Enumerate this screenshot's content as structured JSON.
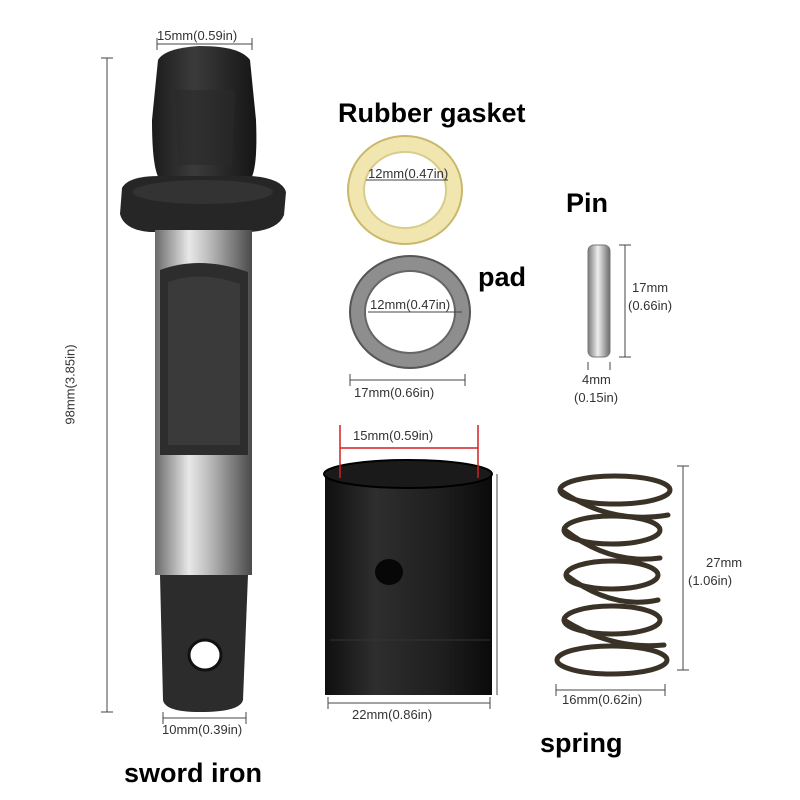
{
  "parts": {
    "sword_iron": {
      "name": "sword iron",
      "top_width": "15mm(0.59in)",
      "length": "98mm(3.85in)",
      "bottom_width": "10mm(0.39in)"
    },
    "rubber_gasket": {
      "name": "Rubber gasket",
      "inner_diameter": "12mm(0.47in)"
    },
    "pad": {
      "name": "pad",
      "inner_diameter": "12mm(0.47in)",
      "outer_diameter": "17mm(0.66in)"
    },
    "pin": {
      "name": "Pin",
      "length_mm": "17mm",
      "length_in": "(0.66in)",
      "width_mm": "4mm",
      "width_in": "(0.15in)"
    },
    "sleeve": {
      "inner_diameter": "15mm(0.59in)",
      "outer_diameter": "22mm(0.86in)"
    },
    "spring": {
      "name": "spring",
      "height_mm": "27mm",
      "height_in": "(1.06in)",
      "diameter": "16mm(0.62in)"
    }
  },
  "colors": {
    "metal_dark": "#2a2a2a",
    "steel": "#b8b8b8",
    "gasket": "#f3e9b8",
    "accent_red": "#d61f1f",
    "dimension_line": "#444444"
  }
}
